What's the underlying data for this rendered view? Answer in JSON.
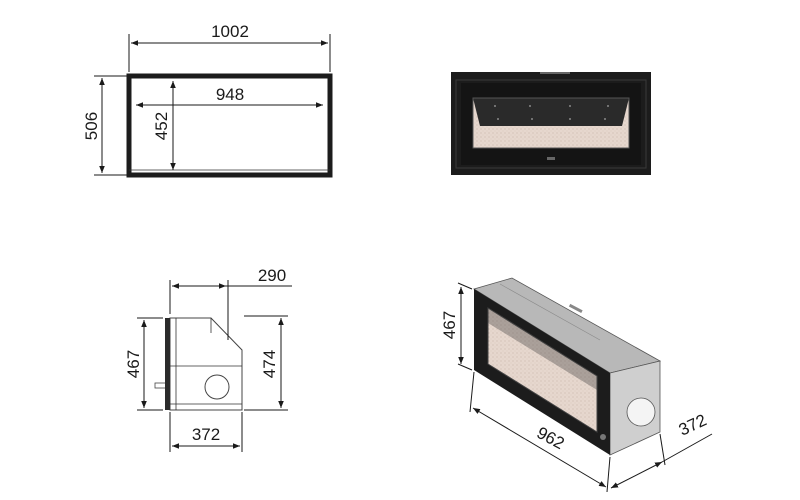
{
  "dimensions": {
    "front_outer_width": "1002",
    "front_inner_width": "948",
    "front_outer_height": "506",
    "front_inner_height": "452",
    "side_depth_top": "290",
    "side_height_left": "467",
    "side_height_right": "474",
    "side_base_width": "372",
    "iso_height": "467",
    "iso_length": "962",
    "iso_depth": "372"
  },
  "colors": {
    "frame": "#1c1c1c",
    "glass": "#e4d5cc",
    "body_grey": "#c9c9c9",
    "body_dark": "#9a9a9a"
  }
}
